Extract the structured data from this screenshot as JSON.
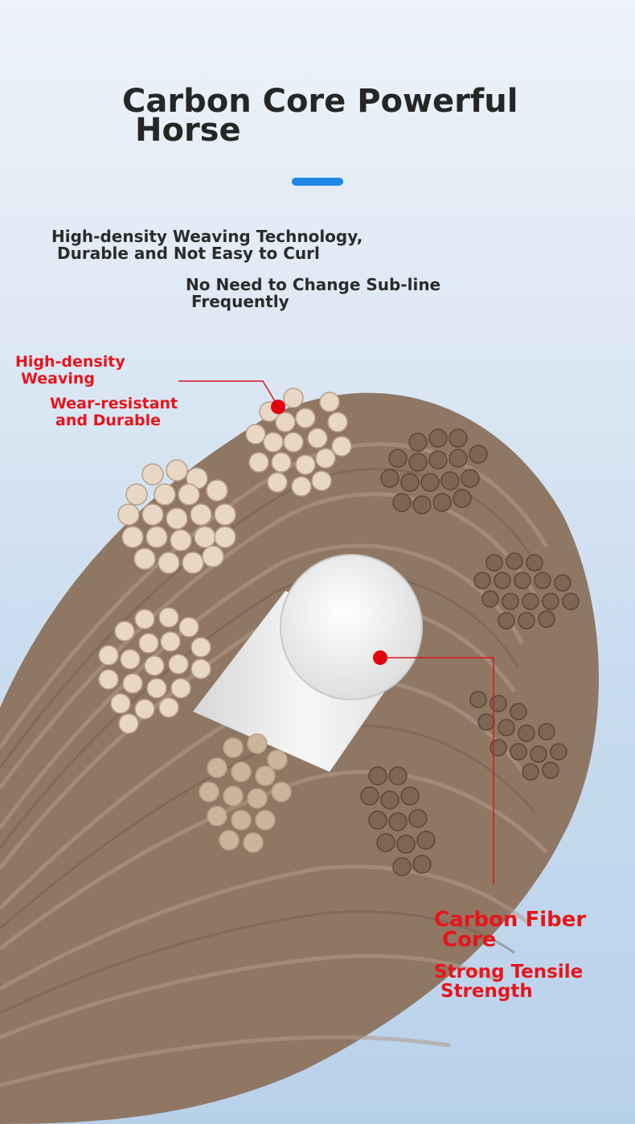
{
  "header": {
    "title_line1": "Carbon Core Powerful",
    "title_line2": "Horse"
  },
  "features": {
    "weaving_line1": "High-density Weaving Technology,",
    "weaving_line2": "Durable and Not Easy to Curl",
    "subline_line1": "No Need to Change Sub-line",
    "subline_line2": "Frequently"
  },
  "callouts": {
    "weaving_line1": "High-density",
    "weaving_line2": "Weaving",
    "wear_line1": "Wear-resistant",
    "wear_line2": "and Durable",
    "core_line1": "Carbon Fiber",
    "core_line2": "Core",
    "tensile_line1": "Strong Tensile",
    "tensile_line2": "Strength"
  },
  "colors": {
    "accent": "#1e88e5",
    "callout_red": "#e8141b",
    "strand_brown": "#8f7763",
    "fiber_light": "#e8d7c5",
    "core_white": "#eeeeee"
  }
}
